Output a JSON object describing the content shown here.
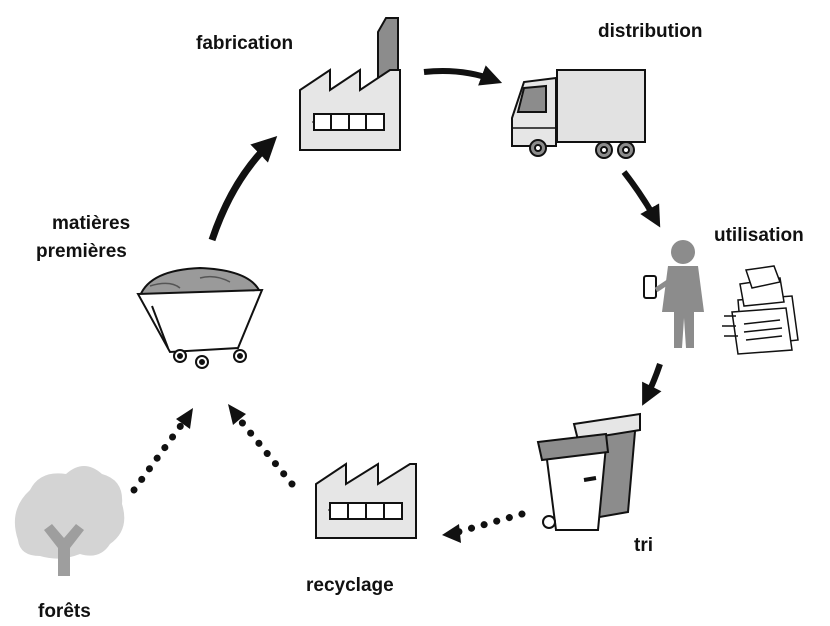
{
  "labels": {
    "fabrication": "fabrication",
    "distribution": "distribution",
    "utilisation": "utilisation",
    "tri": "tri",
    "recyclage": "recyclage",
    "forets": "forêts",
    "matieres_line1": "matières",
    "matieres_line2": "premières"
  },
  "colors": {
    "ink": "#111111",
    "dark_gray": "#6e6e6e",
    "mid_gray": "#8c8c8c",
    "light_gray": "#d9d9d9",
    "tree_gray": "#bdbdbd"
  }
}
